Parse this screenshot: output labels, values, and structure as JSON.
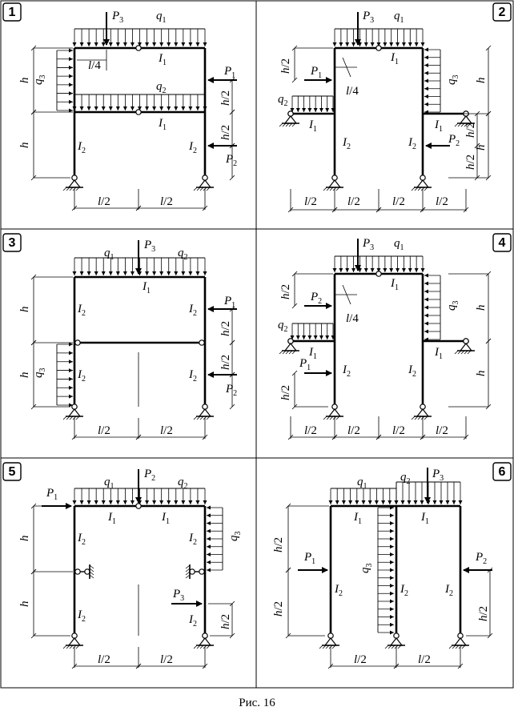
{
  "caption": "Рис. 16",
  "panels": [
    {
      "number": "1"
    },
    {
      "number": "2"
    },
    {
      "number": "3"
    },
    {
      "number": "4"
    },
    {
      "number": "5"
    },
    {
      "number": "6"
    }
  ],
  "labels": {
    "P": "P",
    "q": "q",
    "I": "I",
    "h": "h",
    "l": "l",
    "half": "/2",
    "quarter": "/4",
    "s1": "1",
    "s2": "2",
    "s3": "3"
  }
}
